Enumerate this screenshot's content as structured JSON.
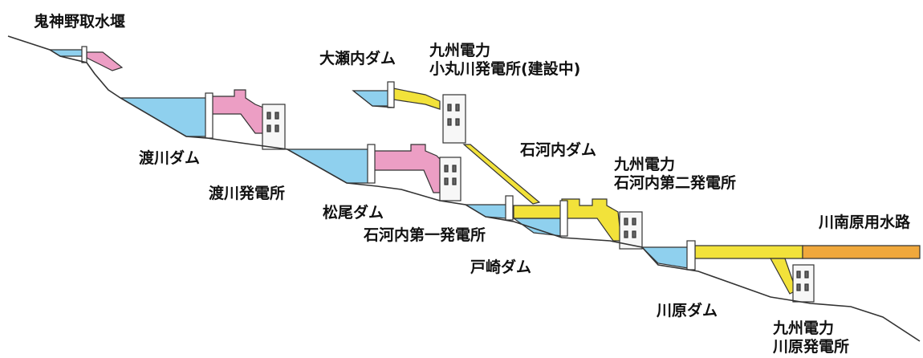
{
  "labels": {
    "onigamino_weir": "鬼神野取水堰",
    "watarigawa_dam": "渡川ダム",
    "watarigawa_ps": "渡川発電所",
    "oseuchi_dam": "大瀬内ダム",
    "komarugawa_line1": "九州電力",
    "komarugawa_line2": "小丸川発電所(建設中)",
    "matsuo_dam": "松尾ダム",
    "ishikawauchi_dam": "石河内ダム",
    "ishikawauchi2_line1": "九州電力",
    "ishikawauchi2_line2": "石河内第二発電所",
    "ishikawauchi1_ps": "石河内第一発電所",
    "tozaki_dam": "戸崎ダム",
    "kawaminamibaru_canal": "川南原用水路",
    "kawabaru_dam": "川原ダム",
    "kawabaru_ps_line1": "九州電力",
    "kawabaru_ps_line2": "川原発電所"
  },
  "colors": {
    "water": "#8fd0ee",
    "channel_pink": "#ec9ec4",
    "channel_yellow": "#f2e23a",
    "channel_orange": "#f0a83c",
    "outline": "#333333",
    "building": "#f7f7f7"
  }
}
